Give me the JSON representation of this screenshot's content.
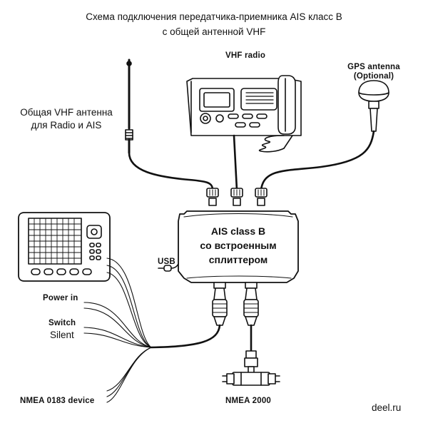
{
  "title": {
    "line1": "Схема подключения передатчика-приемника AIS класс B",
    "line2": "с общей антенной VHF"
  },
  "labels": {
    "vhf_radio": "VHF radio",
    "gps_antenna": "GPS antenna",
    "gps_optional": "(Optional)",
    "antenna_line1": "Общая VHF антенна",
    "antenna_line2": "для Radio и AIS",
    "usb": "USB",
    "power_in": "Power in",
    "switch": "Switch",
    "silent": "Silent",
    "nmea0183": "NMEA 0183 device",
    "nmea2000": "NMEA 2000",
    "site": "deel.ru"
  },
  "ais_box": {
    "line1": "AIS class B",
    "line2": "со встроенным",
    "line3": "сплиттером"
  },
  "icons": [
    "vhf-antenna-icon",
    "vhf-radio-icon",
    "gps-antenna-icon",
    "chartplotter-icon",
    "ais-transponder-icon",
    "usb-plug-icon",
    "nmea2000-tee-icon"
  ]
}
